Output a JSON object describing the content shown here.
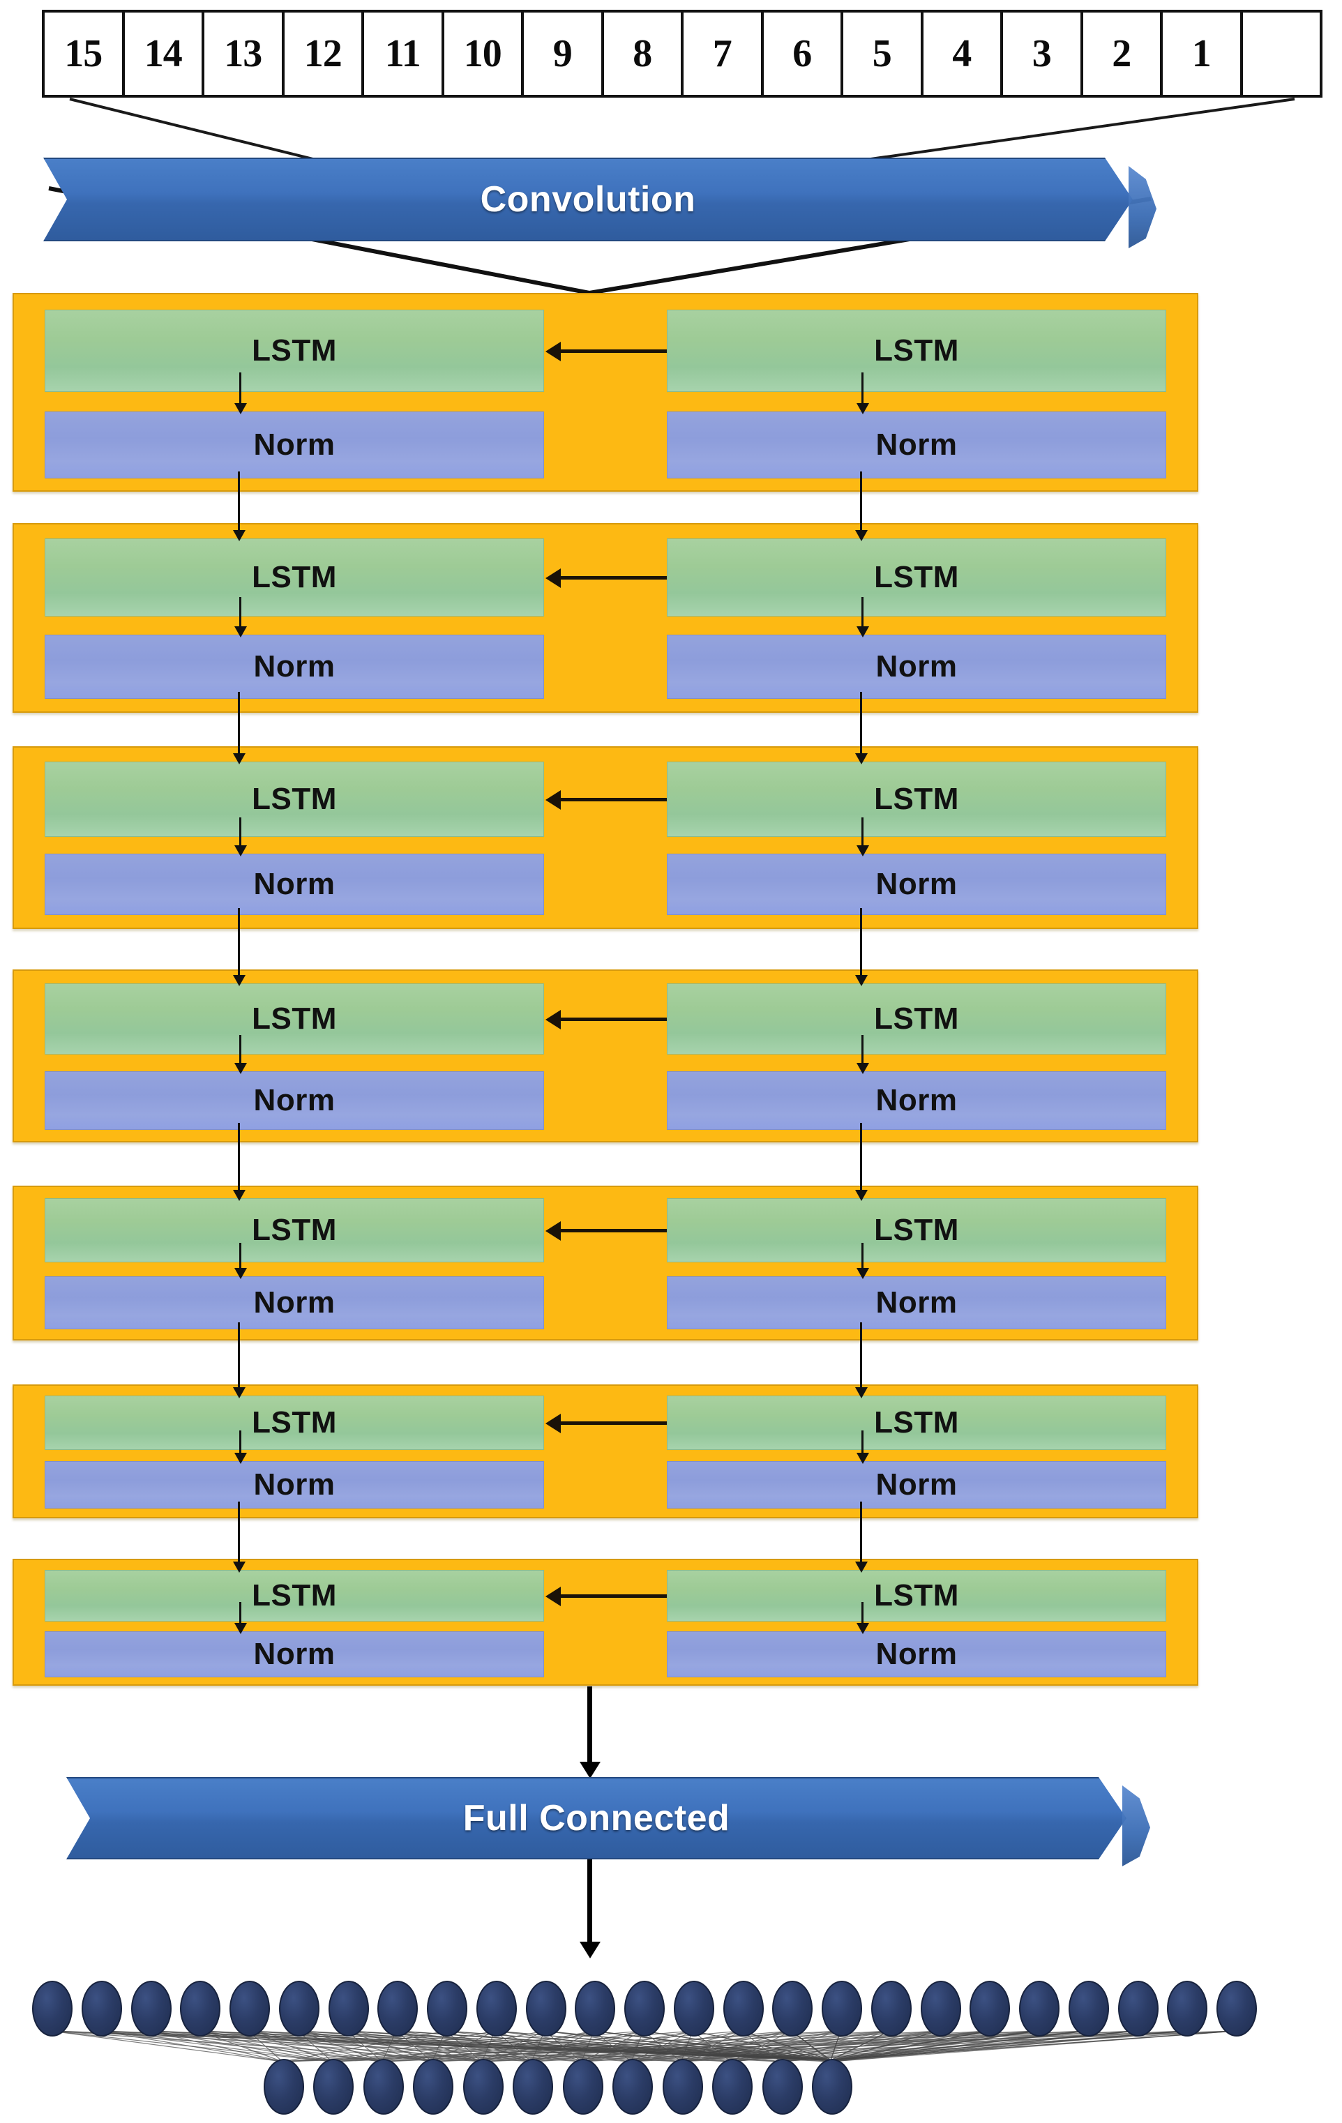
{
  "diagram": {
    "title": "CNN-BiLSTM network architecture",
    "type": "neural-network-architecture"
  },
  "input_sequence": {
    "name": "input-time-steps",
    "cells": [
      "15",
      "14",
      "13",
      "12",
      "11",
      "10",
      "9",
      "8",
      "7",
      "6",
      "5",
      "4",
      "3",
      "2",
      "1"
    ]
  },
  "conv_band": {
    "label": "Convolution"
  },
  "fc_band": {
    "label": "Full Connected"
  },
  "recurrent": {
    "block_count": 7,
    "lstm_label": "LSTM",
    "norm_label": "Norm",
    "blocks": [
      {
        "lstm_left": "LSTM",
        "lstm_right": "LSTM",
        "norm_left": "Norm",
        "norm_right": "Norm"
      },
      {
        "lstm_left": "LSTM",
        "lstm_right": "LSTM",
        "norm_left": "Norm",
        "norm_right": "Norm"
      },
      {
        "lstm_left": "LSTM",
        "lstm_right": "LSTM",
        "norm_left": "Norm",
        "norm_right": "Norm"
      },
      {
        "lstm_left": "LSTM",
        "lstm_right": "LSTM",
        "norm_left": "Norm",
        "norm_right": "Norm"
      },
      {
        "lstm_left": "LSTM",
        "lstm_right": "LSTM",
        "norm_left": "Norm",
        "norm_right": "Norm"
      },
      {
        "lstm_left": "LSTM",
        "lstm_right": "LSTM",
        "norm_left": "Norm",
        "norm_right": "Norm"
      },
      {
        "lstm_left": "LSTM",
        "lstm_right": "LSTM",
        "norm_left": "Norm",
        "norm_right": "Norm"
      }
    ]
  },
  "output_layers": {
    "hidden_layer_units": 25,
    "output_layer_units": 12
  },
  "colors": {
    "orange_block": "#FDB913",
    "lstm_green": "#9ecb96",
    "norm_blue": "#8d9ddb",
    "banner_blue": "#3f72bd",
    "neuron_navy": "#2b3c66",
    "line_black": "#111111",
    "table_border": "#111111"
  }
}
